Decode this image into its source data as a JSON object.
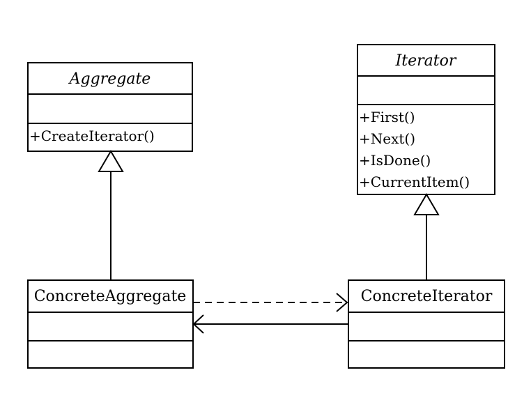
{
  "classes": {
    "aggregate": {
      "name": "Aggregate",
      "operations": [
        "+CreateIterator()"
      ]
    },
    "iterator": {
      "name": "Iterator",
      "operations": [
        "+First()",
        "+Next()",
        "+IsDone()",
        "+CurrentItem()"
      ]
    },
    "concrete_aggregate": {
      "name": "ConcreteAggregate"
    },
    "concrete_iterator": {
      "name": "ConcreteIterator"
    }
  }
}
